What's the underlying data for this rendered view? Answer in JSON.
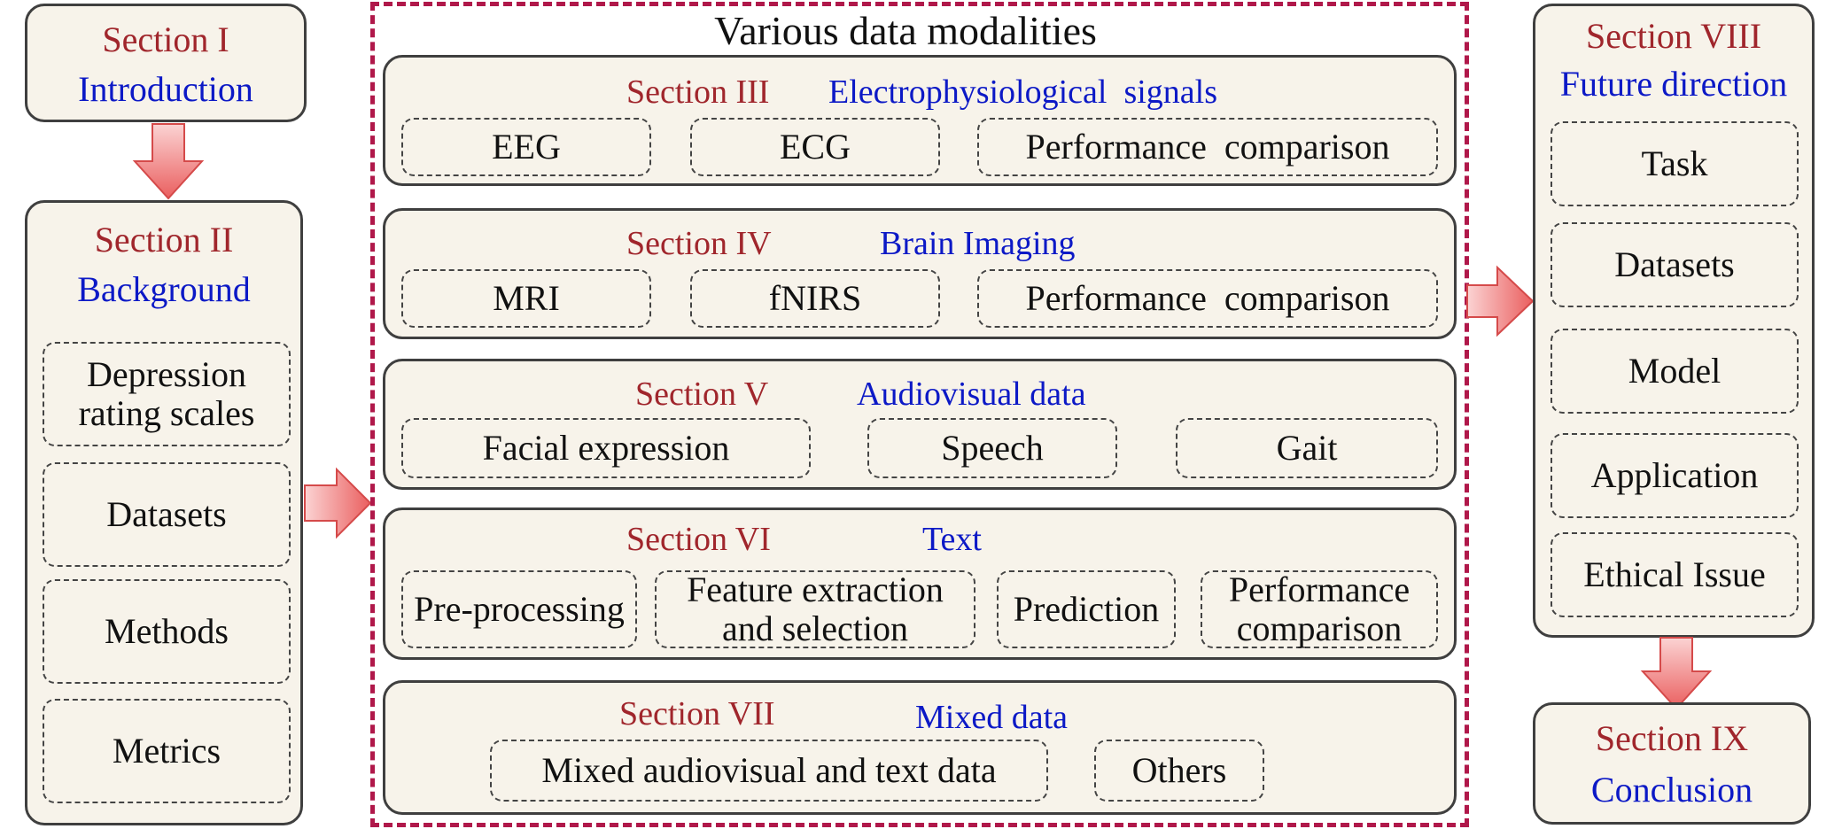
{
  "colors": {
    "section_red": "#a0262c",
    "topic_blue": "#0c19c6",
    "box_fill": "#f7f3ea",
    "outer_dash": "#b0184a",
    "arrow_pink": "#f07a7a"
  },
  "section1": {
    "label": "Section I",
    "title": "Introduction"
  },
  "section2": {
    "label": "Section II",
    "title": "Background",
    "items": [
      "Depression rating scales",
      "Datasets",
      "Methods",
      "Metrics"
    ]
  },
  "modalities_title": "Various data modalities",
  "section3": {
    "label": "Section III",
    "title": "Electrophysiological  signals",
    "items": [
      "EEG",
      "ECG",
      "Performance  comparison"
    ]
  },
  "section4": {
    "label": "Section IV",
    "title": "Brain Imaging",
    "items": [
      "MRI",
      "fNIRS",
      "Performance  comparison"
    ]
  },
  "section5": {
    "label": "Section V",
    "title": "Audiovisual data",
    "items": [
      "Facial expression",
      "Speech",
      "Gait"
    ]
  },
  "section6": {
    "label": "Section VI",
    "title": "Text",
    "items": [
      "Pre-processing",
      "Feature extraction and selection",
      "Prediction",
      "Performance comparison"
    ]
  },
  "section7": {
    "label": "Section VII",
    "title": "Mixed data",
    "items": [
      "Mixed audiovisual and text data",
      "Others"
    ]
  },
  "section8": {
    "label": "Section VIII",
    "title": "Future direction",
    "items": [
      "Task",
      "Datasets",
      "Model",
      "Application",
      "Ethical Issue"
    ]
  },
  "section9": {
    "label": "Section IX",
    "title": "Conclusion"
  }
}
